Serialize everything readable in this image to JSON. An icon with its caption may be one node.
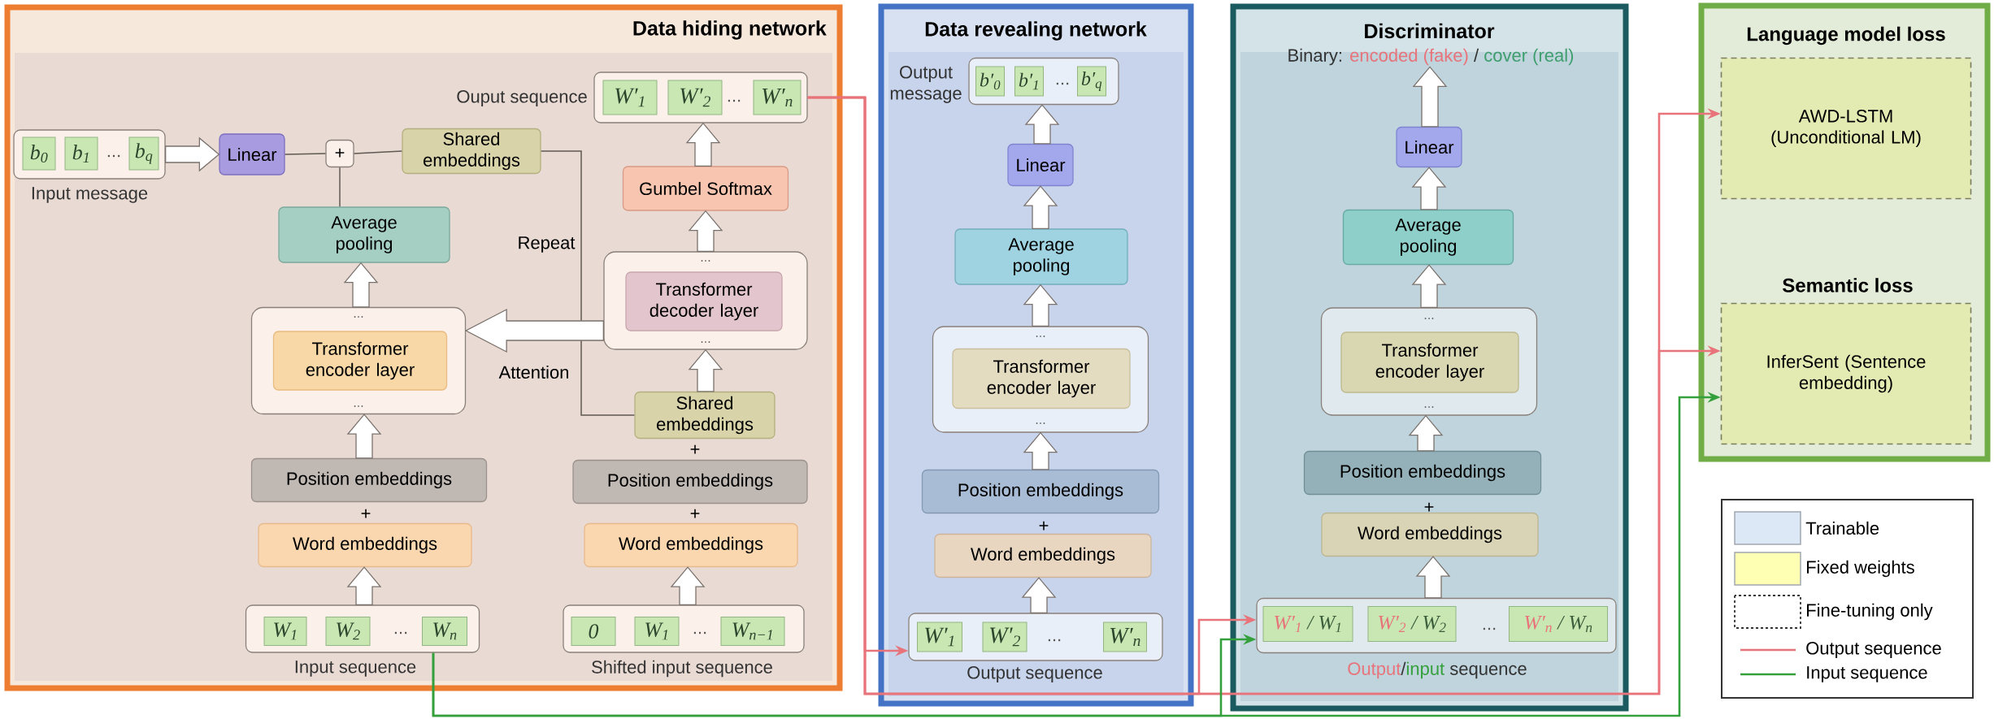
{
  "diagram": {
    "nodes": [
      {
        "text": [
          "Data hiding network"
        ]
      },
      {
        "text": [
          "..."
        ],
        "beside": [
          "Input message"
        ],
        "in": 0
      },
      {
        "text": [
          "b$_{0}$"
        ],
        "in": 1
      },
      {
        "text": [
          "b$_{1}$"
        ],
        "in": 1
      },
      {
        "text": [
          "b$_{q}$"
        ],
        "in": 1
      },
      {
        "text": [
          "Linear"
        ],
        "in": 0
      },
      {
        "text": [
          "+"
        ],
        "in": 0
      },
      {
        "text": [
          "Shared embeddings"
        ],
        "in": 0
      },
      {
        "text": [
          "..."
        ],
        "beside": [
          "Ouput sequence"
        ],
        "in": 0
      },
      {
        "text": [
          "W′$_{1}$"
        ],
        "in": 8
      },
      {
        "text": [
          "W′$_{2}$"
        ],
        "in": 8
      },
      {
        "text": [
          "W′$_{n}$"
        ],
        "in": 8
      },
      {
        "text": [
          "Gumbel Softmax"
        ],
        "in": 0
      },
      {
        "text": [
          "Average pooling"
        ],
        "in": 0
      },
      {
        "text": [
          "...",
          "..."
        ],
        "in": 0
      },
      {
        "text": [
          "Transformer decoder layer"
        ],
        "in": 14
      },
      {
        "text": [
          "...",
          "..."
        ],
        "in": 0
      },
      {
        "text": [
          "Transformer encoder layer"
        ],
        "in": 16
      },
      {
        "text": [
          "Shared embeddings"
        ],
        "in": 0
      },
      {
        "text": [
          "Position embeddings"
        ],
        "in": 0
      },
      {
        "text": [
          "Position embeddings"
        ],
        "in": 0
      },
      {
        "text": [
          "Word embeddings"
        ],
        "in": 0
      },
      {
        "text": [
          "Word embeddings"
        ],
        "in": 0
      },
      {
        "text": [
          "..."
        ],
        "beside": [
          "Input sequence"
        ],
        "in": 0
      },
      {
        "text": [
          "W$_{1}$"
        ],
        "in": 23
      },
      {
        "text": [
          "W$_{2}$"
        ],
        "in": 23
      },
      {
        "text": [
          "W$_{n}$"
        ],
        "in": 23
      },
      {
        "text": [
          "..."
        ],
        "beside": [
          "Shifted input sequence"
        ],
        "in": 0
      },
      {
        "text": [
          "0"
        ],
        "in": 27
      },
      {
        "text": [
          "W$_{1}$"
        ],
        "in": 27
      },
      {
        "text": [
          "W$_{n−1}$"
        ],
        "in": 27
      },
      {
        "text": [
          "Data revealing network"
        ]
      },
      {
        "text": [
          "..."
        ],
        "beside": [
          "Output message"
        ],
        "in": 31
      },
      {
        "text": [
          "b′$_{0}$"
        ],
        "in": 32
      },
      {
        "text": [
          "b′$_{1}$"
        ],
        "in": 32
      },
      {
        "text": [
          "b′$_{q}$"
        ],
        "in": 32
      },
      {
        "text": [
          "Linear"
        ],
        "in": 31
      },
      {
        "text": [
          "Average pooling"
        ],
        "in": 31
      },
      {
        "text": [
          "...",
          "..."
        ],
        "in": 31
      },
      {
        "text": [
          "Transformer encoder layer"
        ],
        "in": 38
      },
      {
        "text": [
          "Position embeddings"
        ],
        "in": 31
      },
      {
        "text": [
          "Word embeddings"
        ],
        "in": 31
      },
      {
        "text": [
          "..."
        ],
        "beside": [
          "Output sequence"
        ],
        "in": 31
      },
      {
        "text": [
          "W′$_{1}$"
        ],
        "in": 42
      },
      {
        "text": [
          "W′$_{2}$"
        ],
        "in": 42
      },
      {
        "text": [
          "W′$_{n}$"
        ],
        "in": 42
      },
      {
        "text": [
          "Discriminator"
        ]
      },
      {
        "text": [
          "Binary:",
          "encoded (fake)",
          "/",
          "cover (real)"
        ],
        "in": 46
      },
      {
        "text": [
          "Linear"
        ],
        "in": 46
      },
      {
        "text": [
          "Average pooling"
        ],
        "in": 46
      },
      {
        "text": [
          "...",
          "..."
        ],
        "in": 46
      },
      {
        "text": [
          "Transformer encoder layer"
        ],
        "in": 50
      },
      {
        "text": [
          "Position embeddings"
        ],
        "in": 46
      },
      {
        "text": [
          "Word embeddings"
        ],
        "in": 46
      },
      {
        "text": [
          "..."
        ],
        "beside": [
          "Output",
          "/",
          "input",
          "sequence"
        ],
        "in": 46
      },
      {
        "text": [
          "W′$_{1}$",
          "/",
          "W$_{1}$"
        ],
        "in": 54
      },
      {
        "text": [
          "W′$_{2}$",
          "/",
          "W$_{2}$"
        ],
        "in": 54
      },
      {
        "text": [
          "W′$_{n}$",
          "/",
          "W$_{n}$"
        ],
        "in": 54
      },
      {
        "text": [],
        "shape": "box"
      },
      {
        "text": [
          "Language model loss",
          "AWD-LSTM (Unconditional LM)"
        ],
        "in": 58
      },
      {
        "text": [
          "Semantic loss",
          "InferSent (Sentence embedding)"
        ],
        "in": 58
      }
    ],
    "edges": [
      {
        "from": 1,
        "to": 5,
        "arrow": "to"
      },
      {
        "from": 5,
        "to": 6,
        "arrow": "none"
      },
      {
        "from": 7,
        "to": 6,
        "arrow": "none"
      },
      {
        "from": 13,
        "to": 6,
        "arrow": "none"
      },
      {
        "from": 7,
        "to": 18,
        "arrow": "none",
        "label": "Repeat"
      },
      {
        "from": 16,
        "to": 13,
        "arrow": "to"
      },
      {
        "from": 14,
        "to": 16,
        "arrow": "to",
        "style": "thick",
        "label": "Attention"
      },
      {
        "from": 19,
        "to": 16,
        "arrow": "to"
      },
      {
        "from": 23,
        "to": 21,
        "arrow": "to"
      },
      {
        "from": 27,
        "to": 22,
        "arrow": "to"
      },
      {
        "from": 18,
        "to": 14,
        "arrow": "to"
      },
      {
        "from": 14,
        "to": 12,
        "arrow": "to"
      },
      {
        "from": 12,
        "to": 8,
        "arrow": "to"
      },
      {
        "from": 8,
        "to": 42,
        "arrow": "to",
        "color": "#e8737a"
      },
      {
        "from": 8,
        "to": 54,
        "arrow": "to",
        "color": "#e8737a"
      },
      {
        "from": 8,
        "to": 59,
        "arrow": "to",
        "color": "#e8737a"
      },
      {
        "from": 8,
        "to": 60,
        "arrow": "to",
        "color": "#e8737a"
      },
      {
        "from": 23,
        "to": 54,
        "arrow": "to",
        "color": "#34a03c"
      },
      {
        "from": 23,
        "to": 60,
        "arrow": "to",
        "color": "#34a03c"
      },
      {
        "from": 42,
        "to": 41,
        "arrow": "to"
      },
      {
        "from": 40,
        "to": 38,
        "arrow": "to"
      },
      {
        "from": 38,
        "to": 37,
        "arrow": "to"
      },
      {
        "from": 37,
        "to": 36,
        "arrow": "to"
      },
      {
        "from": 36,
        "to": 32,
        "arrow": "to"
      },
      {
        "from": 54,
        "to": 53,
        "arrow": "to"
      },
      {
        "from": 52,
        "to": 50,
        "arrow": "to"
      },
      {
        "from": 50,
        "to": 49,
        "arrow": "to"
      },
      {
        "from": 49,
        "to": 48,
        "arrow": "to"
      },
      {
        "from": 48,
        "to": 47,
        "arrow": "to"
      }
    ],
    "labels": [
      "+",
      "+",
      "+",
      "+",
      "+"
    ],
    "legend": [
      {
        "text": "Trainable",
        "color": "#dde8f6"
      },
      {
        "text": "Fixed weights",
        "color": "#ffffb3"
      },
      {
        "text": "Fine-tuning only"
      },
      {
        "text": "Output sequence"
      },
      {
        "text": "Input sequence"
      }
    ]
  }
}
